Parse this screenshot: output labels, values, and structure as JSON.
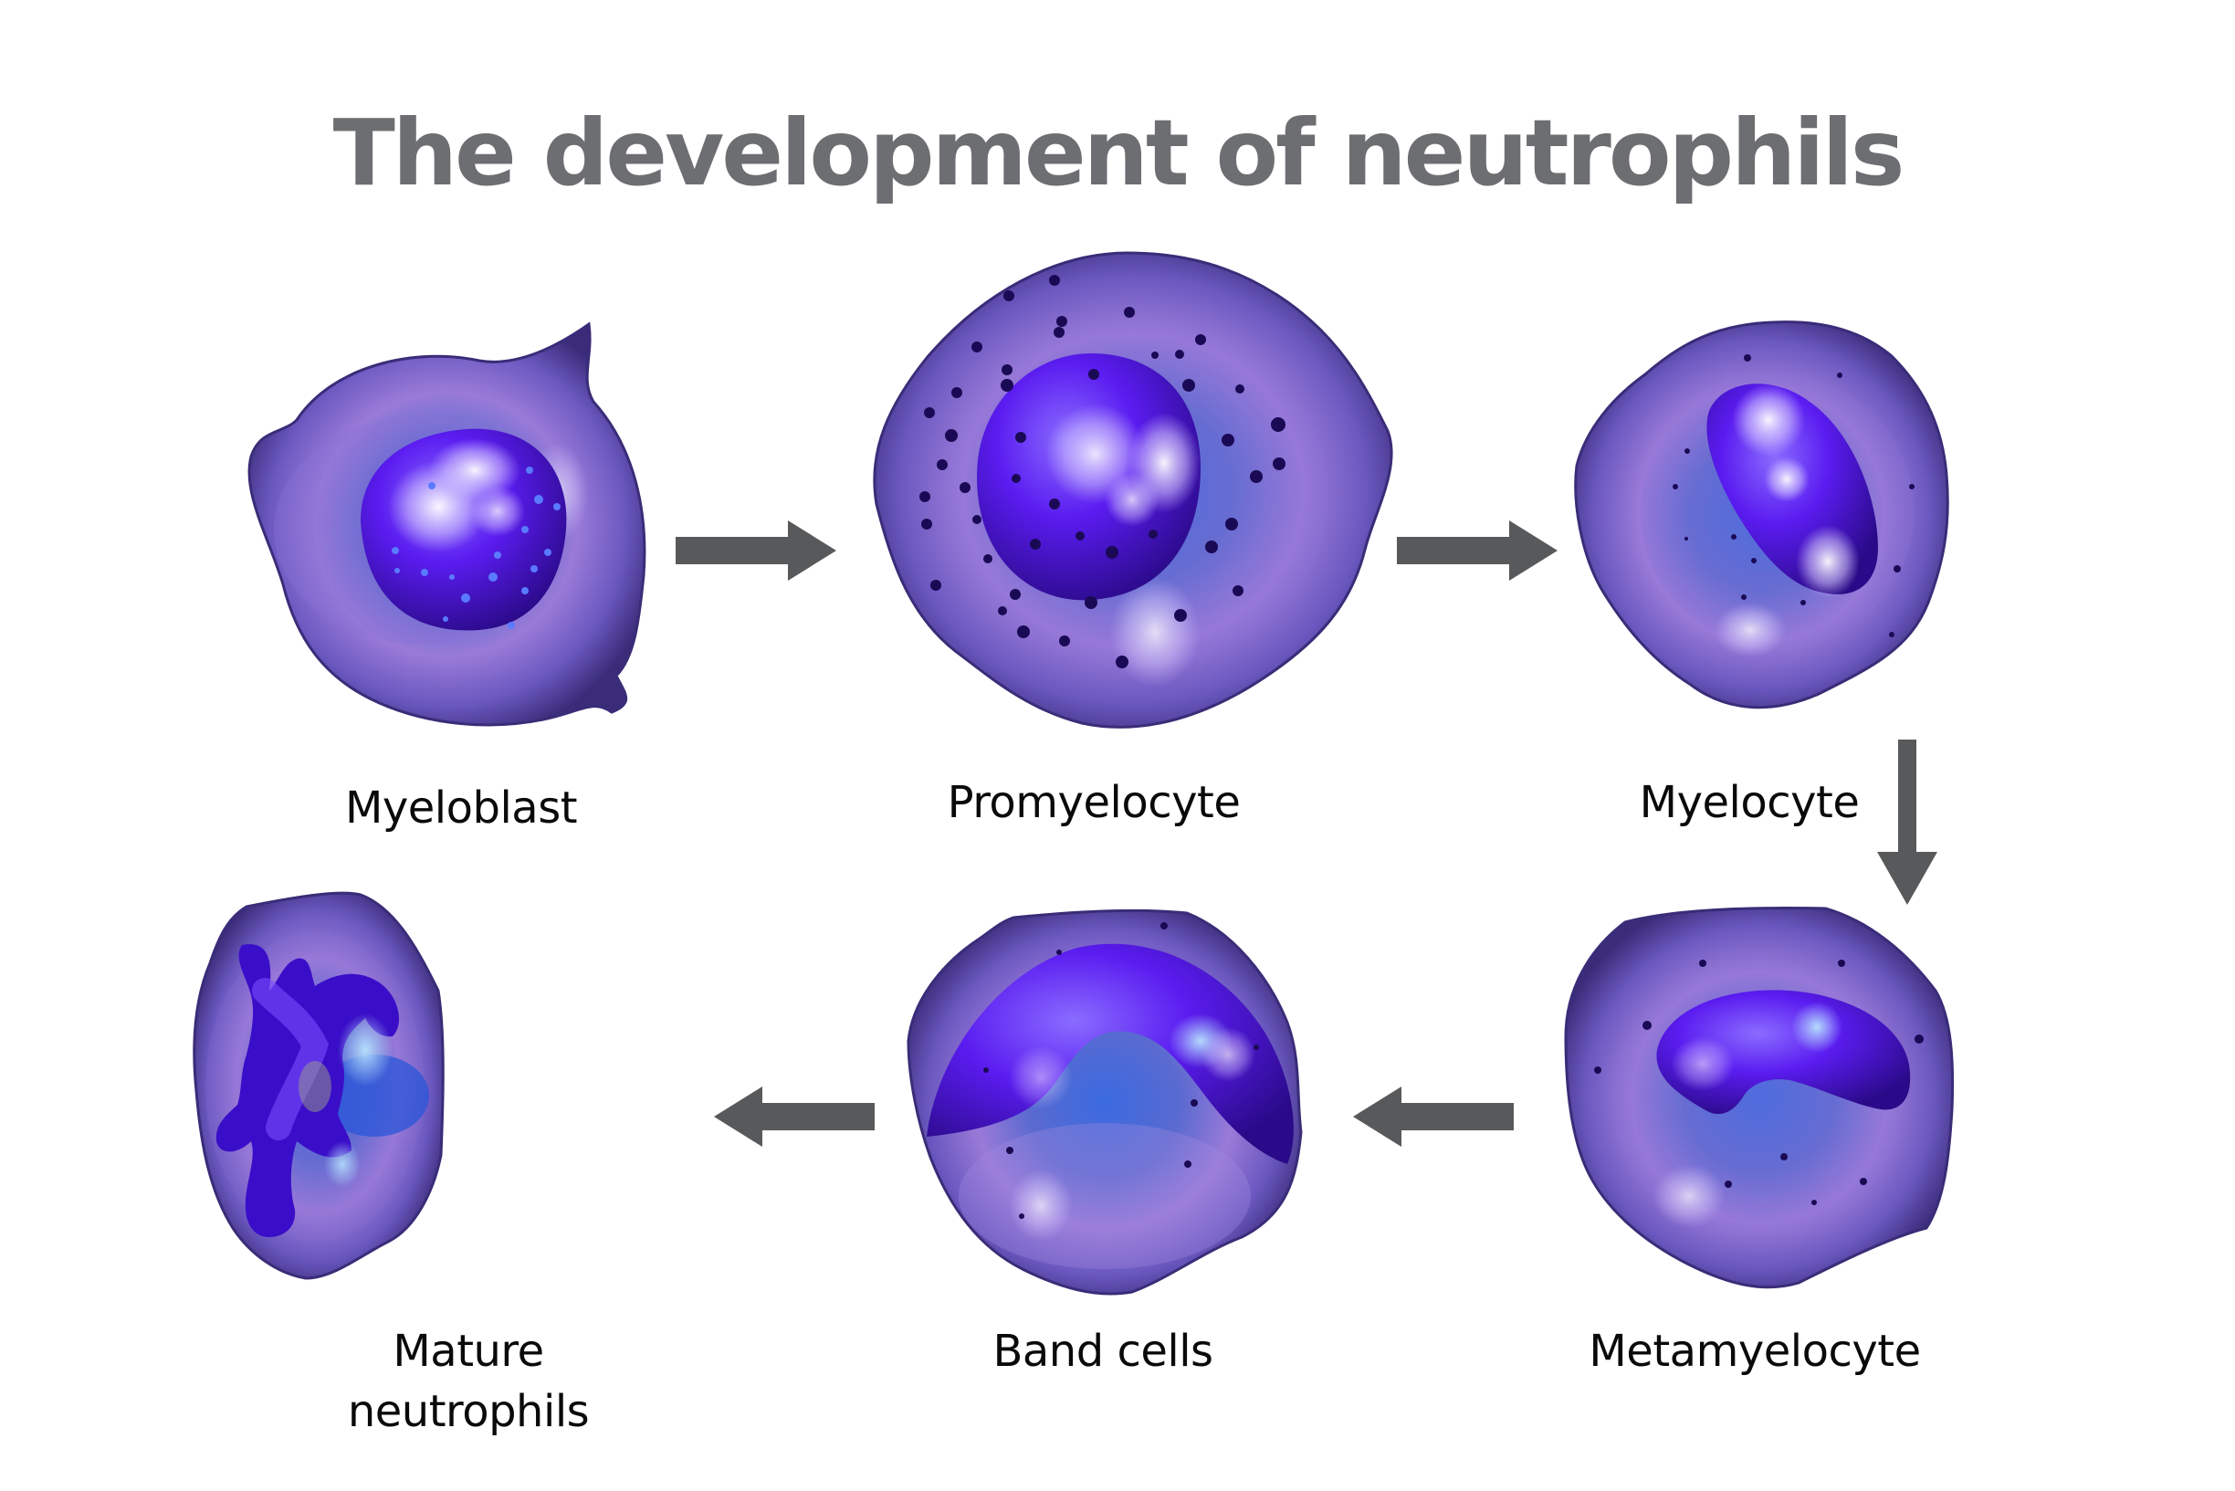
{
  "title": "The development of neutrophils",
  "colors": {
    "title_text": "#6d6e71",
    "label_text": "#0a0a0a",
    "arrow": "#58595b",
    "cytoplasm_edge": "#3d2f7a",
    "cytoplasm_mid": "#6b5bc4",
    "cytoplasm_pink": "#a97fd6",
    "cytoplasm_blue": "#2f5fd8",
    "nucleus_dark": "#2a0a8a",
    "nucleus_bright": "#6a2cff",
    "granule": "#1a0a55",
    "background": "#ffffff"
  },
  "stages": [
    {
      "id": "myeloblast",
      "label": "Myeloblast",
      "order": 1,
      "nucleus_shape": "round",
      "granules": "few light nucleoli dots"
    },
    {
      "id": "promyelocyte",
      "label": "Promyelocyte",
      "order": 2,
      "nucleus_shape": "round-large",
      "granules": "many dark granules"
    },
    {
      "id": "myelocyte",
      "label": "Myelocyte",
      "order": 3,
      "nucleus_shape": "oval",
      "granules": "sparse dark granules"
    },
    {
      "id": "metamyelocyte",
      "label": "Metamyelocyte",
      "order": 4,
      "nucleus_shape": "kidney",
      "granules": "sparse dark granules"
    },
    {
      "id": "band-cells",
      "label": "Band cells",
      "order": 5,
      "nucleus_shape": "horseshoe band",
      "granules": "sparse dark granules"
    },
    {
      "id": "mature-neutrophils",
      "label_line1": "Mature",
      "label_line2": "neutrophils",
      "order": 6,
      "nucleus_shape": "multi-lobed (segmented)",
      "granules": "none visible"
    }
  ],
  "arrows": [
    {
      "from": "myeloblast",
      "to": "promyelocyte",
      "direction": "right"
    },
    {
      "from": "promyelocyte",
      "to": "myelocyte",
      "direction": "right"
    },
    {
      "from": "myelocyte",
      "to": "metamyelocyte",
      "direction": "down"
    },
    {
      "from": "metamyelocyte",
      "to": "band-cells",
      "direction": "left"
    },
    {
      "from": "band-cells",
      "to": "mature-neutrophils",
      "direction": "left"
    }
  ]
}
